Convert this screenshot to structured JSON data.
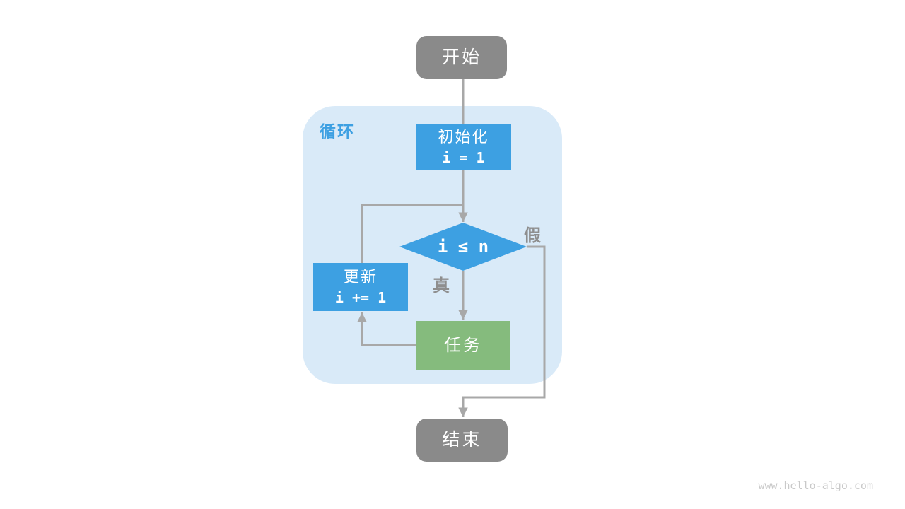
{
  "page": {
    "watermark": "www.hello-algo.com"
  },
  "diagram": {
    "loop_container_label": "循环",
    "nodes": {
      "start": {
        "label": "开始"
      },
      "init": {
        "label": "初始化",
        "code": "i = 1"
      },
      "condition": {
        "label": "i ≤ n"
      },
      "update": {
        "label": "更新",
        "code": "i += 1"
      },
      "task": {
        "label": "任务"
      },
      "end": {
        "label": "结束"
      }
    },
    "edges": [
      {
        "from": "start",
        "to": "init"
      },
      {
        "from": "init",
        "to": "condition"
      },
      {
        "from": "condition",
        "to": "task",
        "label": "真"
      },
      {
        "from": "task",
        "to": "update"
      },
      {
        "from": "update",
        "to": "condition"
      },
      {
        "from": "condition",
        "to": "end",
        "label": "假"
      }
    ],
    "colors": {
      "process_blue": "#3DA0E2",
      "task_green": "#85BB7D",
      "terminal_gray": "#8A8A8A",
      "loop_background": "#D9EAF8",
      "connector_gray": "#A8A8A8",
      "branch_label_gray": "#8E8E8E"
    }
  }
}
